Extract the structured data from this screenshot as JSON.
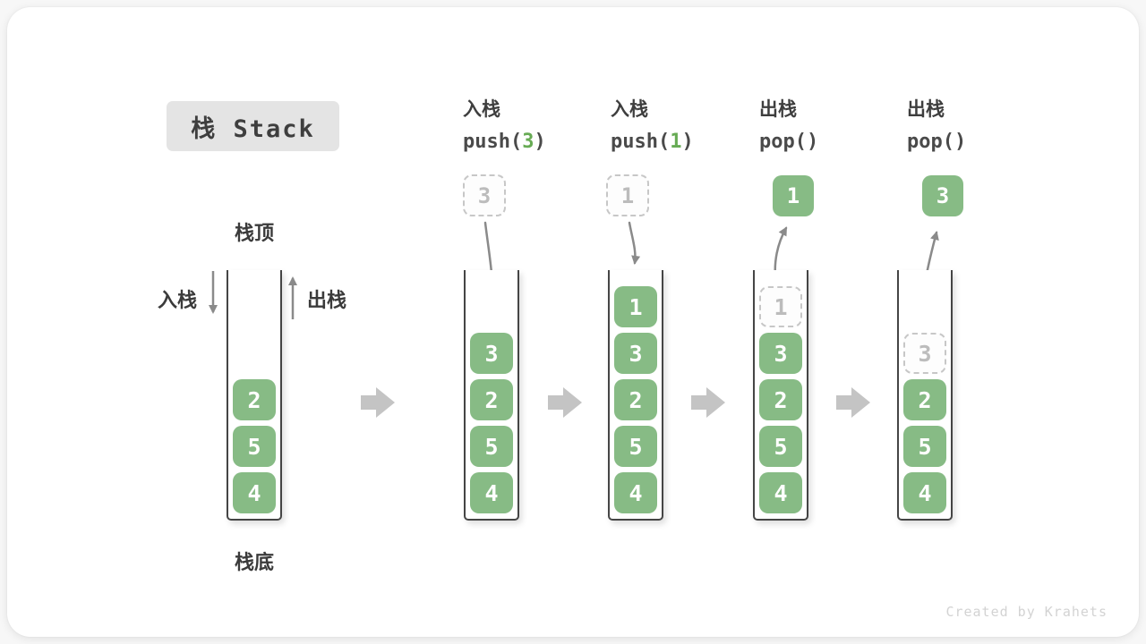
{
  "title": "栈 Stack",
  "side_labels": {
    "top": "栈顶",
    "bottom": "栈底",
    "push": "入栈",
    "pop": "出栈"
  },
  "steps": [
    {
      "name": "入栈",
      "code_pre": "push(",
      "code_arg": "3",
      "code_post": ")"
    },
    {
      "name": "入栈",
      "code_pre": "push(",
      "code_arg": "1",
      "code_post": ")"
    },
    {
      "name": "出栈",
      "code_pre": "pop(",
      "code_arg": "",
      "code_post": ")"
    },
    {
      "name": "出栈",
      "code_pre": "pop(",
      "code_arg": "",
      "code_post": ")"
    }
  ],
  "stacks": [
    {
      "cells": [
        "2",
        "5",
        "4"
      ]
    },
    {
      "floating": "3",
      "cells": [
        "3",
        "2",
        "5",
        "4"
      ]
    },
    {
      "floating": "1",
      "cells": [
        "1",
        "3",
        "2",
        "5",
        "4"
      ]
    },
    {
      "floating": "1",
      "ghost": "1",
      "cells": [
        "3",
        "2",
        "5",
        "4"
      ]
    },
    {
      "floating": "3",
      "ghost": "3",
      "cells": [
        "2",
        "5",
        "4"
      ]
    }
  ],
  "watermark": "Created by Krahets",
  "colors": {
    "cell_green": "#87bb85",
    "code_arg_green": "#67ab54",
    "flow_arrow_gray": "#8a8a8a",
    "transition_arrow_gray": "#c4c4c4",
    "title_badge_bg": "#e4e4e4",
    "ghost_gray": "#c7c7c7"
  }
}
